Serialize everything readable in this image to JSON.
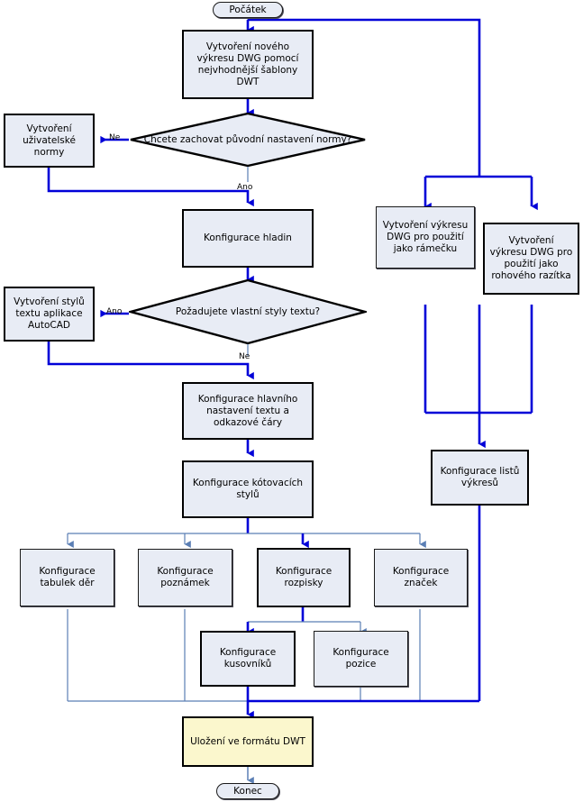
{
  "diagram": {
    "title": "AutoCAD DWT template creation workflow",
    "colors": {
      "node_fill": "#e8ecf5",
      "save_fill": "#fbf7cd",
      "node_border": "#1a1a1a",
      "edge_primary": "#0000d8",
      "edge_secondary": "#5b7fb5",
      "text": "#000000"
    },
    "nodes": {
      "start": {
        "label": "Počátek",
        "shape": "terminator"
      },
      "create_dwg": {
        "label": "Vytvoření nového výkresu DWG pomocí nejvhodnější šablony DWT",
        "shape": "process"
      },
      "keep_standard": {
        "label": "Chcete zachovat původní nastavení normy?",
        "shape": "decision"
      },
      "user_standard": {
        "label": "Vytvoření uživatelské normy",
        "shape": "process"
      },
      "layers": {
        "label": "Konfigurace hladin",
        "shape": "process"
      },
      "own_text_styles": {
        "label": "Požadujete vlastní styly textu?",
        "shape": "decision"
      },
      "autocad_text_styles": {
        "label": "Vytvoření stylů textu aplikace AutoCAD",
        "shape": "process"
      },
      "main_text_leader": {
        "label": "Konfigurace hlavního nastavení textu a odkazové čáry",
        "shape": "process"
      },
      "dim_styles": {
        "label": "Konfigurace kótovacích stylů",
        "shape": "process"
      },
      "hole_tables": {
        "label": "Konfigurace tabulek děr",
        "shape": "process"
      },
      "notes": {
        "label": "Konfigurace poznámek",
        "shape": "process"
      },
      "title_block": {
        "label": "Konfigurace rozpisky",
        "shape": "process"
      },
      "symbols": {
        "label": "Konfigurace značek",
        "shape": "process"
      },
      "parts_list": {
        "label": "Konfigurace kusovníků",
        "shape": "process"
      },
      "balloon": {
        "label": "Konfigurace pozice",
        "shape": "process"
      },
      "border_dwg": {
        "label": "Vytvoření výkresu DWG pro použití jako rámečku",
        "shape": "process"
      },
      "stamp_dwg": {
        "label": "Vytvoření výkresu DWG pro použití jako rohového razítka",
        "shape": "process"
      },
      "sheets": {
        "label": "Konfigurace listů výkresů",
        "shape": "process"
      },
      "save_dwt": {
        "label": "Uložení ve formátu DWT",
        "shape": "process"
      },
      "end": {
        "label": "Konec",
        "shape": "terminator"
      }
    },
    "edge_labels": {
      "keep_standard_no": "Ne",
      "keep_standard_yes": "Ano",
      "own_text_styles_yes": "Ano",
      "own_text_styles_no": "Ne"
    }
  }
}
